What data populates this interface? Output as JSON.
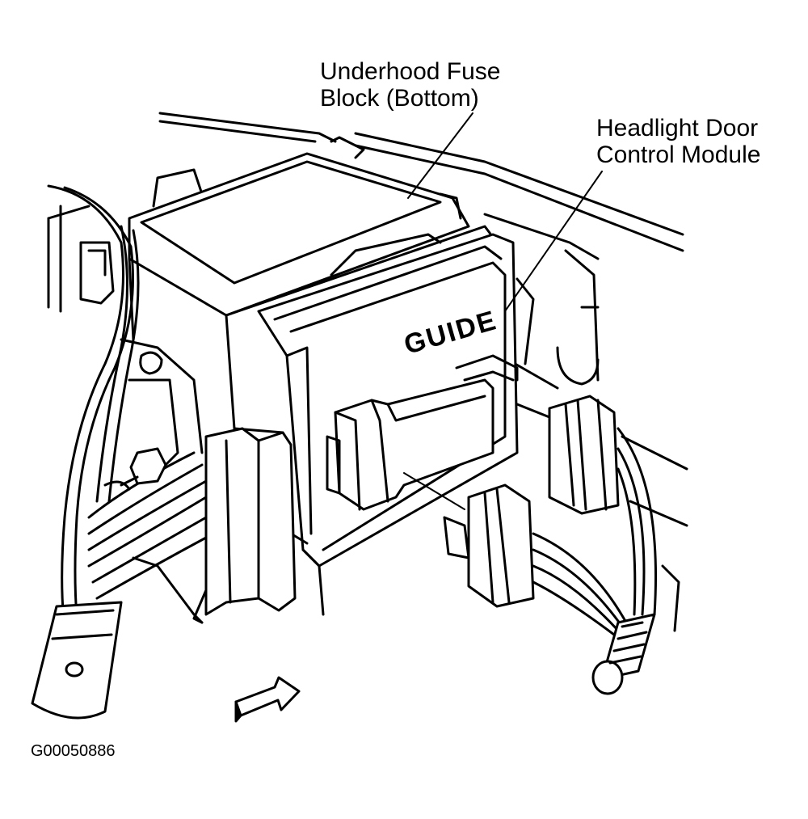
{
  "labels": {
    "fuse_block_line1": "Underhood Fuse",
    "fuse_block_line2": "Block (Bottom)",
    "module_line1": "Headlight Door",
    "module_line2": "Control Module",
    "guide_stamp": "GUIDE"
  },
  "figure_id": "G00050886",
  "colors": {
    "ink": "#000000",
    "paper": "#ffffff"
  }
}
